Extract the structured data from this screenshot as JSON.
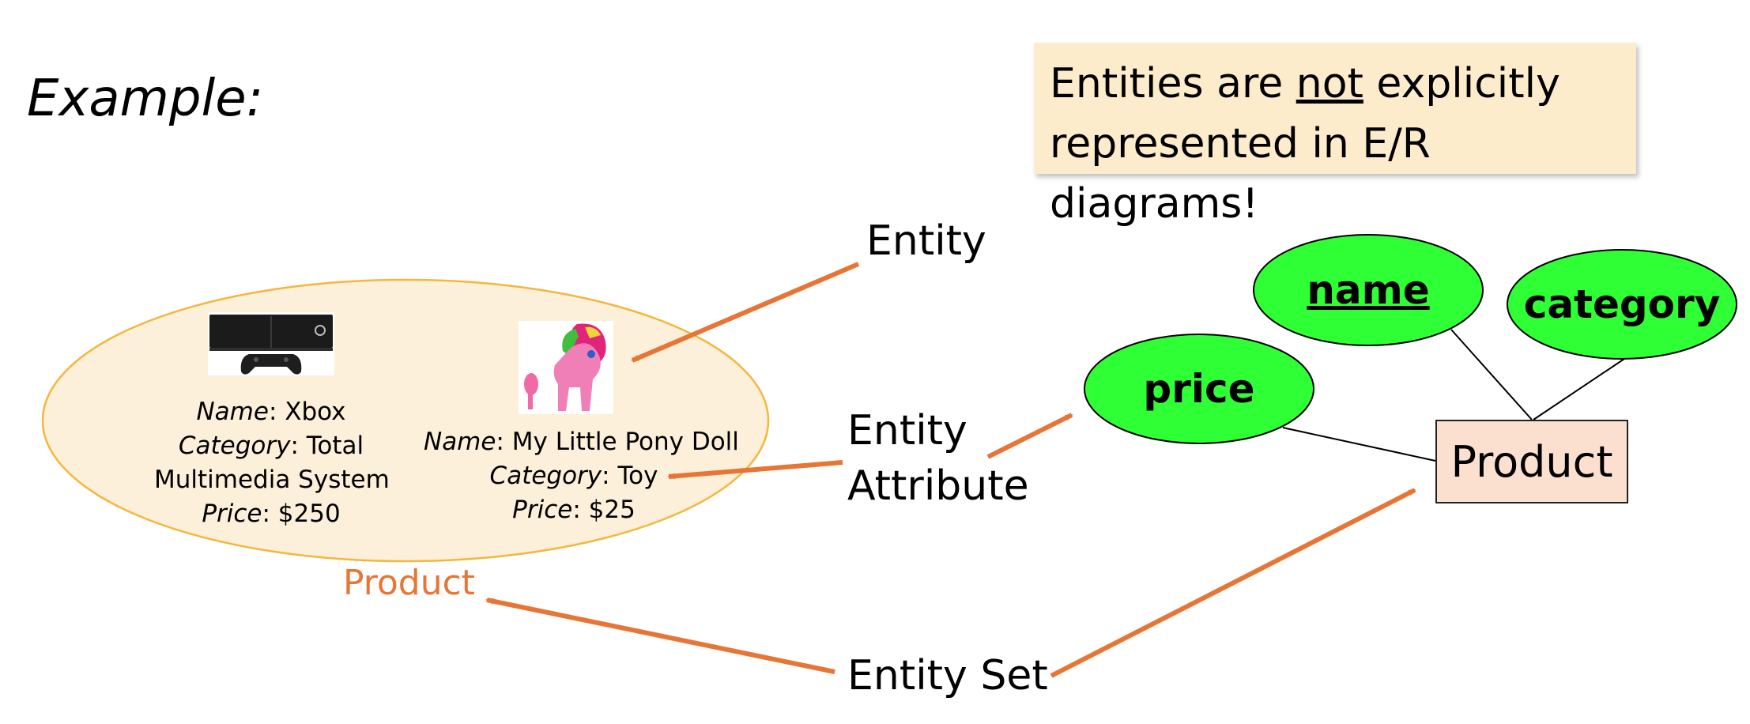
{
  "heading": "Example:",
  "note": {
    "prefix": "Entities are ",
    "emphasis": "not",
    "suffix_line1": " explicitly",
    "line2": "represented in E/R diagrams!"
  },
  "entity_set": {
    "label": "Product",
    "items": [
      {
        "image": "xbox-console-icon",
        "name_key": "Name",
        "name_value": ": Xbox",
        "category_key": "Category",
        "category_value_line1": ": Total",
        "category_value_line2": "Multimedia System",
        "price_key": "Price",
        "price_value": ": $250"
      },
      {
        "image": "pony-doll-icon",
        "name_key": "Name",
        "name_value": ": My Little Pony Doll",
        "category_key": "Category",
        "category_value": ": Toy",
        "price_key": "Price",
        "price_value": ": $25"
      }
    ]
  },
  "callouts": {
    "entity": "Entity",
    "attribute_line1": "Entity",
    "attribute_line2": "Attribute",
    "entity_set": "Entity Set"
  },
  "er_diagram": {
    "entity": "Product",
    "attributes": [
      {
        "label": "name",
        "key": true
      },
      {
        "label": "category",
        "key": false
      },
      {
        "label": "price",
        "key": false
      }
    ]
  },
  "colors": {
    "arrow": "#e77636",
    "set_fill": "#fdf0da",
    "set_border": "#f5b63c",
    "attribute_fill": "#2fff35",
    "entity_fill": "#fbe0d0",
    "note_fill": "#fdeccc"
  }
}
